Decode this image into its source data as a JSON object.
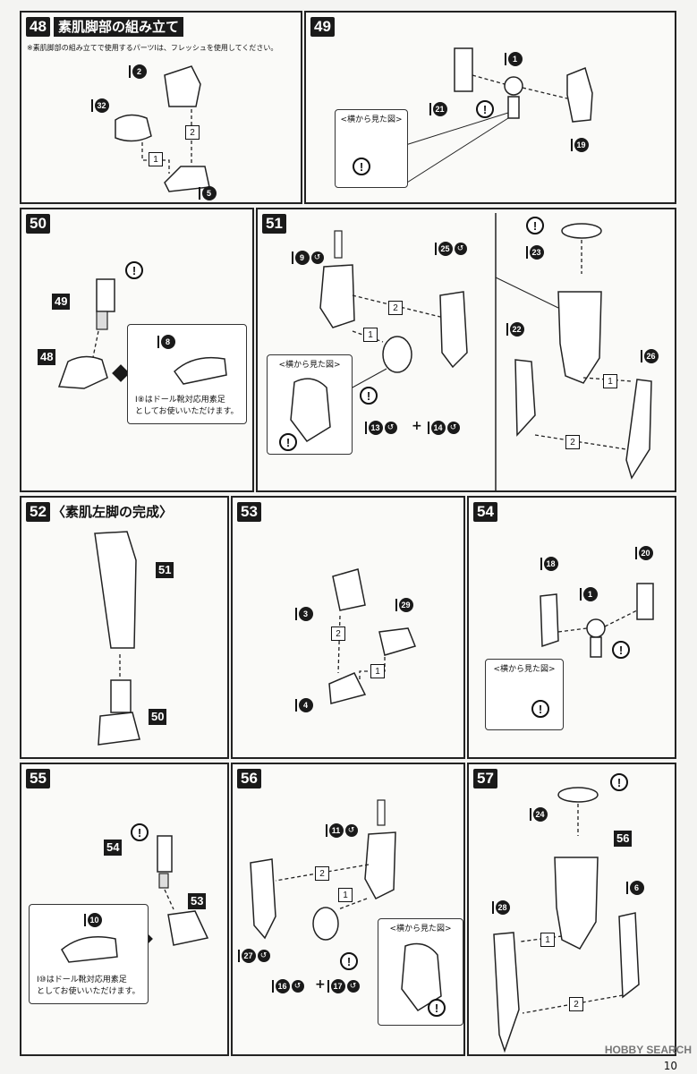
{
  "page": {
    "number": "10",
    "watermark": "HOBBY SEARCH"
  },
  "steps": {
    "s48": {
      "num": "48",
      "title": "素肌脚部の組み立て",
      "note": "※素肌脚部の組み立てで使用するパーツIは、フレッシュを使用してください。",
      "parts": {
        "a": "2",
        "b": "32",
        "c": "5"
      },
      "seq": {
        "a": "2",
        "b": "1"
      }
    },
    "s49": {
      "num": "49",
      "sideview": "<横から見た図>",
      "parts": {
        "a": "1",
        "b": "21",
        "c": "19"
      }
    },
    "s50": {
      "num": "50",
      "ref_a": "49",
      "ref_b": "48",
      "part": "8",
      "info": [
        "I⑧はドール靴対応用素足",
        "としてお使いいただけます。"
      ]
    },
    "s51": {
      "num": "51",
      "sideview": "<横から見た図>",
      "parts": {
        "a": "9",
        "b": "25",
        "c": "13",
        "d": "14",
        "e": "23",
        "f": "22",
        "g": "26"
      },
      "seq": {
        "a": "2",
        "b": "1",
        "c": "1",
        "d": "2"
      },
      "plus": "+"
    },
    "s52": {
      "num": "52",
      "title": "〈素肌左脚の完成〉",
      "ref_a": "51",
      "ref_b": "50"
    },
    "s53": {
      "num": "53",
      "parts": {
        "a": "3",
        "b": "29",
        "c": "4"
      },
      "seq": {
        "a": "2",
        "b": "1"
      }
    },
    "s54": {
      "num": "54",
      "sideview": "<横から見た図>",
      "parts": {
        "a": "18",
        "b": "1",
        "c": "20"
      }
    },
    "s55": {
      "num": "55",
      "ref_a": "54",
      "ref_b": "53",
      "part": "10",
      "info": [
        "I⑩はドール靴対応用素足",
        "としてお使いいただけます。"
      ]
    },
    "s56": {
      "num": "56",
      "sideview": "<横から見た図>",
      "parts": {
        "a": "11",
        "b": "27",
        "c": "16",
        "d": "17"
      },
      "seq": {
        "a": "2",
        "b": "1"
      },
      "plus": "+"
    },
    "s57": {
      "num": "57",
      "ref": "56",
      "parts": {
        "a": "24",
        "b": "28",
        "c": "6"
      },
      "seq": {
        "a": "1",
        "b": "2"
      }
    }
  },
  "marks": {
    "excl": "!",
    "rbar": "I"
  }
}
